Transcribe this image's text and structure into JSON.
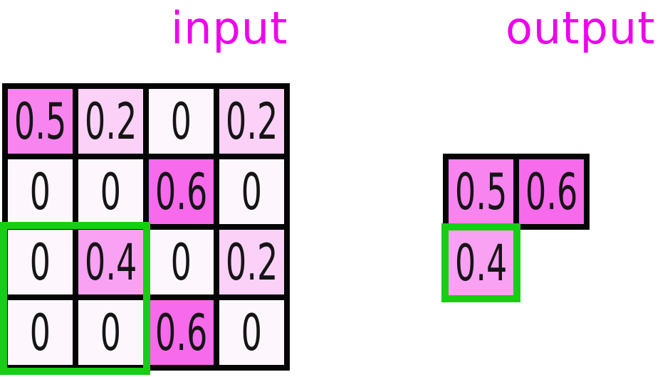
{
  "titles": {
    "input": "input",
    "output": "output"
  },
  "colors": {
    "title": "#ee00ee",
    "grid_border": "#050505",
    "highlight": "#16ce16",
    "text": "#151515",
    "background": "#ffffff",
    "value_fills": {
      "0": "#fdf7fd",
      "0.2": "#fbd1f8",
      "0.4": "#f9a1f3",
      "0.5": "#f884ef",
      "0.6": "#f76aec"
    }
  },
  "input_grid": {
    "rows": 4,
    "cols": 4,
    "values": [
      [
        "0.5",
        "0.2",
        "0",
        "0.2"
      ],
      [
        "0",
        "0",
        "0.6",
        "0"
      ],
      [
        "0",
        "0.4",
        "0",
        "0.2"
      ],
      [
        "0",
        "0",
        "0.6",
        "0"
      ]
    ],
    "highlight_window": {
      "rows": [
        3,
        4
      ],
      "cols": [
        1,
        2
      ]
    }
  },
  "output_grid": {
    "cells": [
      {
        "value": "0.5",
        "highlighted": false
      },
      {
        "value": "0.6",
        "highlighted": false
      },
      {
        "value": "0.4",
        "highlighted": true
      }
    ]
  }
}
